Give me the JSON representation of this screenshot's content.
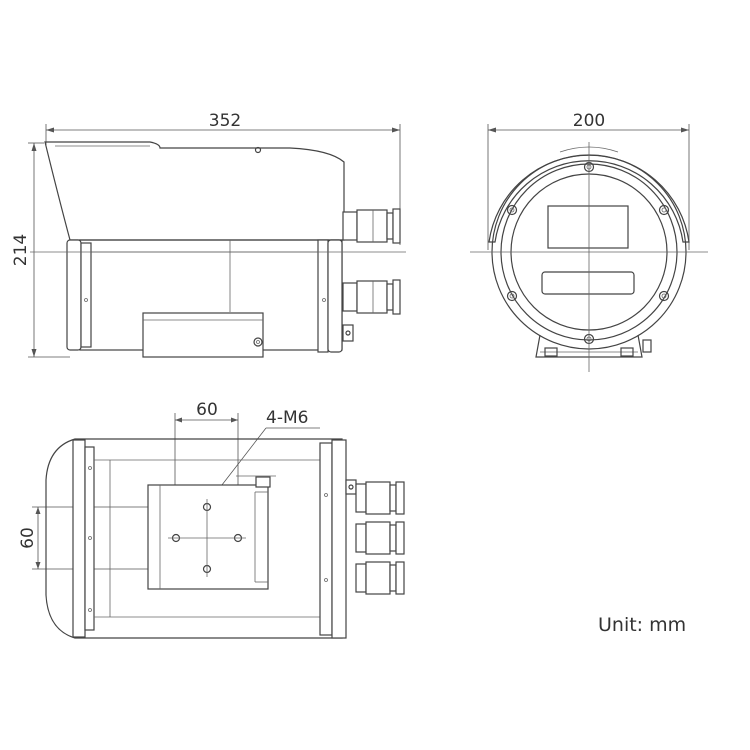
{
  "dimensions": {
    "length": "352",
    "height": "214",
    "diameter": "200",
    "hole_spacing_x": "60",
    "hole_spacing_y": "60",
    "thread": "4-M6"
  },
  "unit_label": "Unit: mm",
  "colors": {
    "line": "#444444",
    "text": "#333333",
    "background": "#ffffff"
  }
}
